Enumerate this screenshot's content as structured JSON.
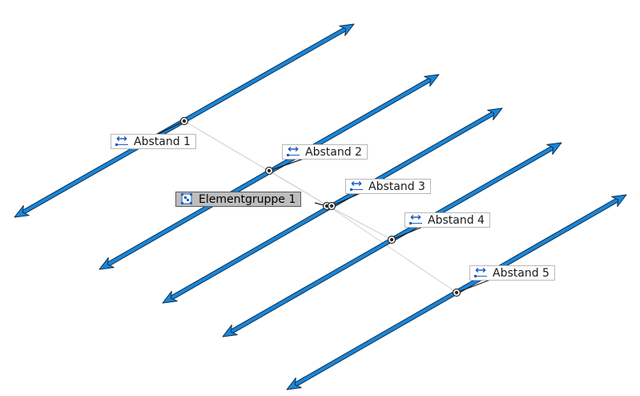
{
  "colors": {
    "arrow_fill": "#1a86d8",
    "arrow_outline": "#0b2f52",
    "construction_line": "#cfcfcf",
    "group_tag_bg": "#bdbdbd",
    "icon_blue": "#1f5fbf"
  },
  "labels": {
    "group": {
      "text": "Elementgruppe 1",
      "icon": "group-icon"
    },
    "distances": [
      {
        "text": "Abstand 1",
        "icon": "distance-icon"
      },
      {
        "text": "Abstand 2",
        "icon": "distance-icon"
      },
      {
        "text": "Abstand 3",
        "icon": "distance-icon"
      },
      {
        "text": "Abstand 4",
        "icon": "distance-icon"
      },
      {
        "text": "Abstand 5",
        "icon": "distance-icon"
      }
    ]
  }
}
